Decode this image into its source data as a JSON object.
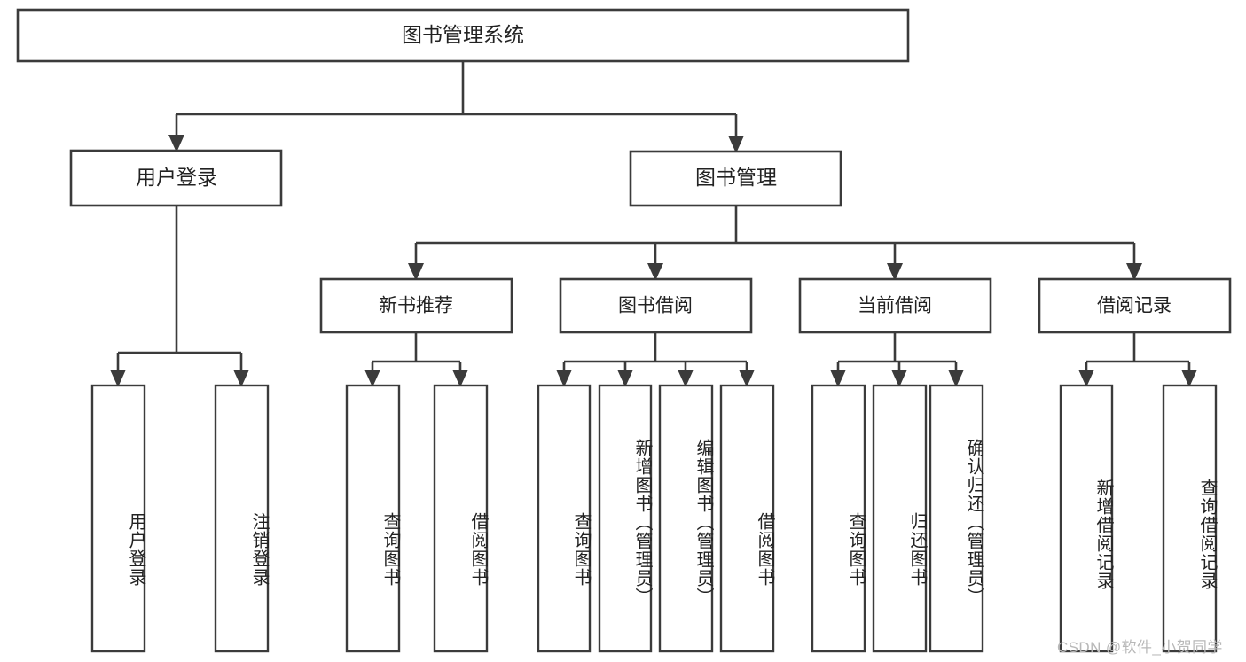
{
  "diagram": {
    "type": "tree",
    "title": "图书管理系统",
    "root": {
      "label": "图书管理系统",
      "orientation": "horizontal"
    },
    "level2": [
      {
        "label": "用户登录",
        "orientation": "horizontal"
      },
      {
        "label": "图书管理",
        "orientation": "horizontal"
      }
    ],
    "level3": [
      {
        "label": "新书推荐",
        "orientation": "horizontal"
      },
      {
        "label": "图书借阅",
        "orientation": "horizontal"
      },
      {
        "label": "当前借阅",
        "orientation": "horizontal"
      },
      {
        "label": "借阅记录",
        "orientation": "horizontal"
      }
    ],
    "leaves": {
      "user_login": [
        {
          "label": "用户登录",
          "orientation": "vertical"
        },
        {
          "label": "注销登录",
          "orientation": "vertical"
        }
      ],
      "new_book_recommend": [
        {
          "label": "查询图书",
          "orientation": "vertical"
        },
        {
          "label": "借阅图书",
          "orientation": "vertical"
        }
      ],
      "book_borrow": [
        {
          "label": "查询图书",
          "orientation": "vertical"
        },
        {
          "label": "新增图书（管理员）",
          "orientation": "vertical"
        },
        {
          "label": "编辑图书（管理员）",
          "orientation": "vertical"
        },
        {
          "label": "借阅图书",
          "orientation": "vertical"
        }
      ],
      "current_borrow": [
        {
          "label": "查询图书",
          "orientation": "vertical"
        },
        {
          "label": "归还图书",
          "orientation": "vertical"
        },
        {
          "label": "确认归还（管理员）",
          "orientation": "vertical"
        }
      ],
      "borrow_record": [
        {
          "label": "新增借阅记录",
          "orientation": "vertical"
        },
        {
          "label": "查询借阅记录",
          "orientation": "vertical"
        }
      ]
    },
    "colors": {
      "stroke": "#3b3b3b",
      "fill": "#ffffff",
      "text": "#222222",
      "watermark": "#b8b8b8",
      "background": "#ffffff"
    }
  },
  "watermark": {
    "text": "CSDN @软件_小贺同学"
  }
}
